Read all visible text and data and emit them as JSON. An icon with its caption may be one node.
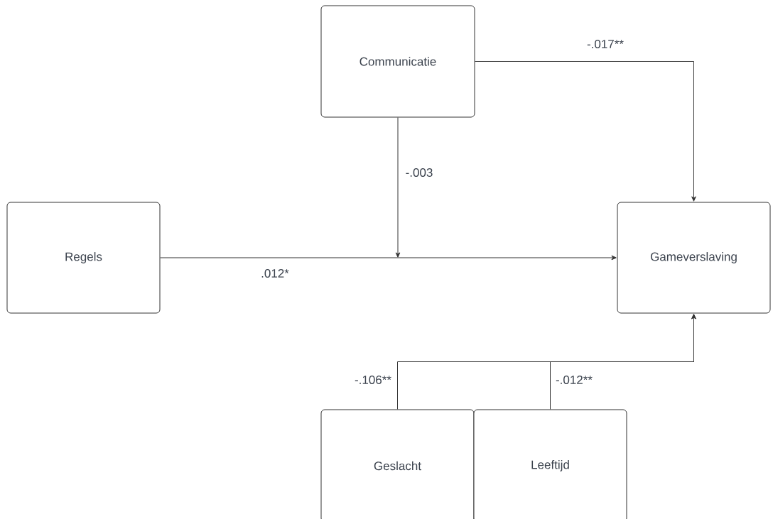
{
  "diagram": {
    "nodes": [
      {
        "text": [
          "Communicatie"
        ]
      },
      {
        "text": [
          "Regels"
        ]
      },
      {
        "text": [
          "Gameverslaving"
        ]
      },
      {
        "text": [
          "Geslacht"
        ]
      },
      {
        "text": [
          "Leeftijd"
        ]
      }
    ],
    "edges": [
      {
        "from": 1,
        "to": 2,
        "arrow": "to",
        "label": ".012*"
      },
      {
        "from": 0,
        "to": 2,
        "arrow": "to",
        "label": "-.017**"
      },
      {
        "from": 0,
        "to": null,
        "arrow": "to",
        "label": "-.003"
      },
      {
        "from": 3,
        "to": 2,
        "arrow": "to",
        "label": "-.106**"
      },
      {
        "from": 4,
        "to": 2,
        "arrow": "to",
        "label": "-.012**"
      }
    ]
  }
}
